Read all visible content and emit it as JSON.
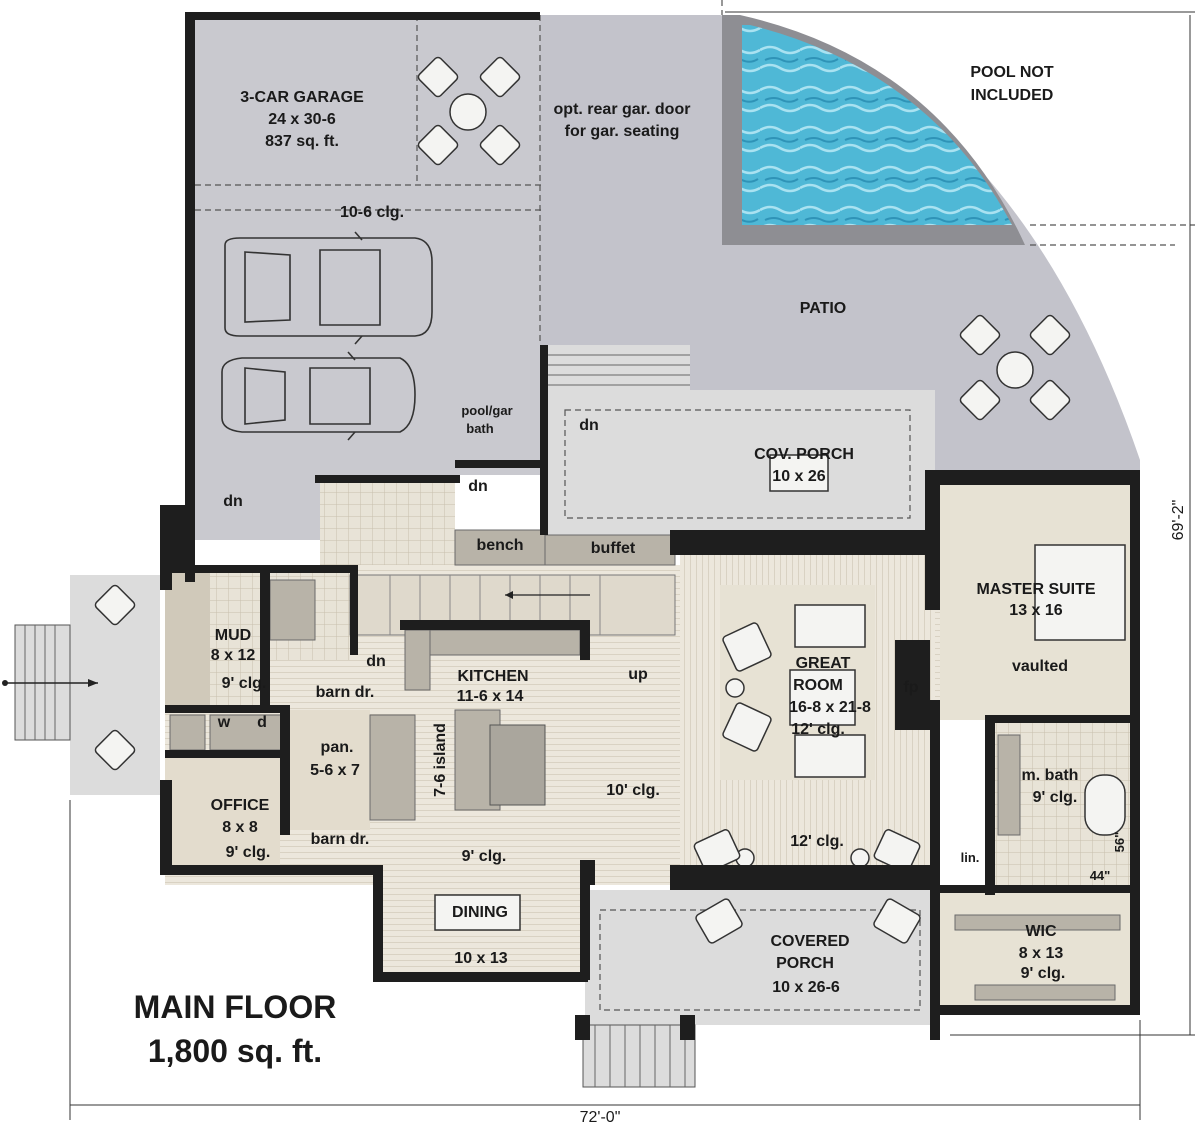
{
  "title": {
    "line1": "MAIN FLOOR",
    "line2": "1,800 sq. ft."
  },
  "dimensions": {
    "width": "72'-0\"",
    "depth": "69'-2\""
  },
  "pool_note": {
    "line1": "POOL NOT",
    "line2": "INCLUDED"
  },
  "garage": {
    "name": "3-CAR GARAGE",
    "size": "24 x 30-6",
    "area": "837 sq. ft.",
    "ceiling": "10-6 clg."
  },
  "rear_door_note": {
    "line1": "opt. rear gar. door",
    "line2": "for gar. seating"
  },
  "patio": "PATIO",
  "cov_porch": {
    "name": "COV. PORCH",
    "size": "10 x 26"
  },
  "pool_bath": {
    "line1": "pool/gar",
    "line2": "bath"
  },
  "master_suite": {
    "name": "MASTER SUITE",
    "size": "13 x 16",
    "note": "vaulted"
  },
  "mud": {
    "name": "MUD",
    "size": "8 x 12",
    "ceiling": "9' clg."
  },
  "laundry": {
    "w": "w",
    "d": "d"
  },
  "kitchen": {
    "name": "KITCHEN",
    "size": "11-6 x 14"
  },
  "island": "7-6 island",
  "great_room": {
    "name": "GREAT",
    "name2": "ROOM",
    "size": "16-8 x 21-8",
    "ceiling": "12' clg."
  },
  "fireplace": "fp",
  "pantry": {
    "name": "pan.",
    "size": "5-6 x 7"
  },
  "office": {
    "name": "OFFICE",
    "size": "8 x 8",
    "ceiling": "9' clg."
  },
  "dining": {
    "name": "DINING",
    "size": "10 x 13"
  },
  "covered_porch": {
    "name": "COVERED",
    "name2": "PORCH",
    "size": "10 x 26-6"
  },
  "master_bath": {
    "name": "m. bath",
    "ceiling": "9' clg."
  },
  "wic": {
    "name": "WIC",
    "size": "8 x 13",
    "ceiling": "9' clg."
  },
  "labels": {
    "bench": "bench",
    "buffet": "buffet",
    "dn1": "dn",
    "dn2": "dn",
    "dn3": "dn",
    "dn4": "dn",
    "up": "up",
    "barn1": "barn dr.",
    "barn2": "barn dr.",
    "clg10": "10' clg.",
    "clg12": "12' clg.",
    "clg9": "9' clg.",
    "lin": "lin.",
    "dim44": "44\"",
    "dim56": "56\""
  }
}
